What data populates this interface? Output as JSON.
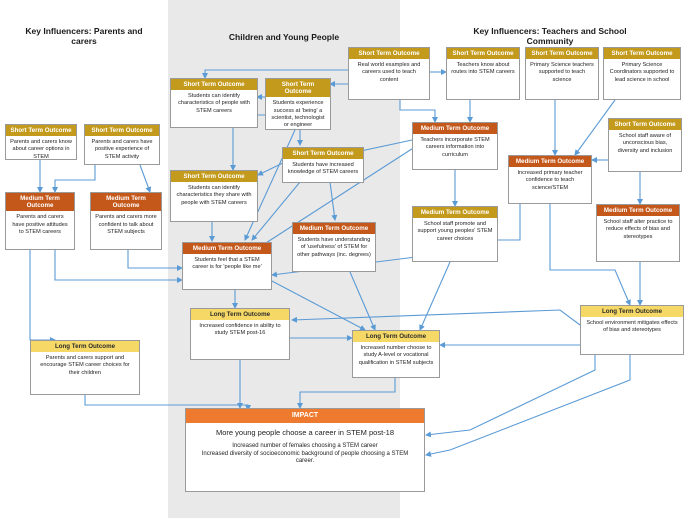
{
  "headings": {
    "left": "Key Influencers: Parents and carers",
    "center": "Children and Young People",
    "right": "Key Influencers: Teachers and School Community"
  },
  "labels": {
    "short": "Short Term Outcome",
    "medium": "Medium Term Outcome",
    "long": "Long Term Outcome",
    "impact": "IMPACT"
  },
  "boxes": {
    "p_st1": "Parents and carers know about career options in STEM",
    "p_st2": "Parents and carers have positive experience of STEM activity",
    "p_mt1": "Parents and carers have positive attitudes to STEM careers",
    "p_mt2": "Parents and carers more confident to talk about STEM subjects",
    "p_lt": "Parents and carers support and encourage STEM career choices for their children",
    "c_st1": "Students can identify characteristics of people with STEM careers",
    "c_st2": "Students experience success at 'being' a scientist, technologist or engineer",
    "c_st3": "Students have increased knowledge of STEM careers",
    "c_st4": "Students can identify characteristics they share with people with STEM careers",
    "c_mt1": "Students feel that a STEM career is for 'people like me'",
    "c_mt2": "Students have understanding of 'usefulness' of STEM for other pathways (inc. degrees)",
    "c_lt1": "Increased confidence in ability to study STEM post-16",
    "c_lt2": "Increased number choose to study A-level or vocational qualification in STEM subjects",
    "t_st1": "Real world examples and careers used to teach content",
    "t_st2": "Teachers know about routes into STEM careers",
    "t_st3": "Primary Science teachers supported to teach science",
    "t_st4": "Primary Science Coordinators supported to lead science in school",
    "t_st5": "School staff aware of unconscious bias, diversity and inclusion",
    "t_mt1": "Teachers incorporate STEM careers information into curriculum",
    "t_mt2": "Increased primary teacher confidence to teach science/STEM",
    "t_mt3": "School staff promote and support young peoples' STEM career choices",
    "t_mt4": "School staff alter practice to reduce effects of bias and stereotypes",
    "t_lt": "School environment mitigates effects of bias and stereotypes"
  },
  "impact": {
    "main": "More young people choose a career in STEM post-18",
    "line1": "Increased number of females choosing a STEM career",
    "line2": "Increased diversity of socioeconomic background of people choosing a STEM career."
  },
  "colors": {
    "short": "#c49a1c",
    "medium": "#c4571a",
    "long": "#f5d866",
    "impact": "#ee7a30",
    "arrow": "#5b9bd5",
    "band": "#e9e9e9"
  }
}
